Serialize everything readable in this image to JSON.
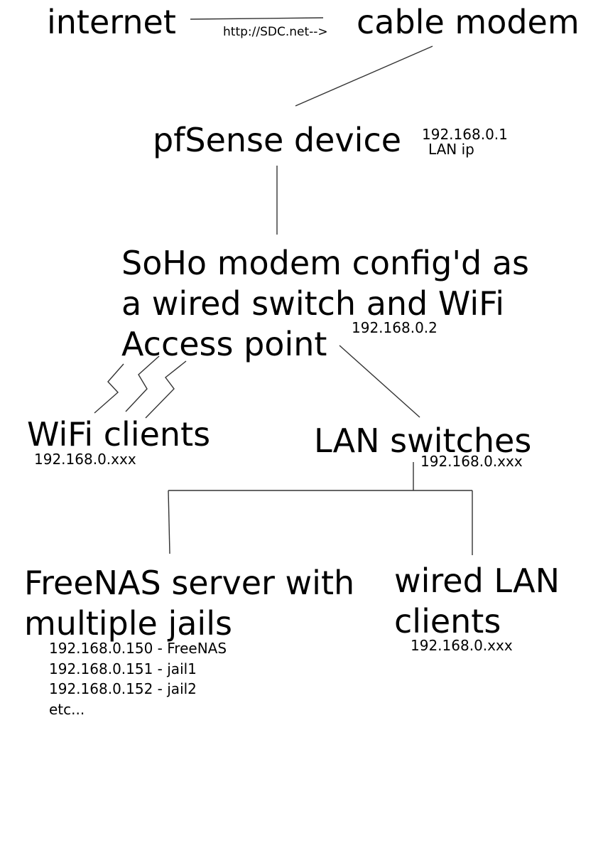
{
  "diagram": {
    "nodes": {
      "internet": {
        "label": "internet"
      },
      "cable_modem": {
        "label": "cable modem"
      },
      "pfsense": {
        "label": "pfSense device",
        "ip": "192.168.0.1",
        "ip_note": "LAN ip"
      },
      "soho": {
        "lines": [
          "SoHo modem config'd as",
          "a wired switch and WiFi",
          "Access point"
        ],
        "ip": "192.168.0.2"
      },
      "wifi_clients": {
        "label": "WiFi clients",
        "ip": "192.168.0.xxx"
      },
      "lan_switches": {
        "label": "LAN switches",
        "ip": "192.168.0.xxx"
      },
      "freenas": {
        "lines": [
          "FreeNAS server with",
          "multiple jails"
        ],
        "details": [
          "192.168.0.150 - FreeNAS",
          "192.168.0.151 - jail1",
          "192.168.0.152 - jail2",
          "etc..."
        ]
      },
      "wired_lan_clients": {
        "lines": [
          "wired LAN",
          "clients"
        ],
        "ip": "192.168.0.xxx"
      }
    },
    "edges": {
      "internet_to_modem_label": "http://SDC.net-->"
    }
  }
}
